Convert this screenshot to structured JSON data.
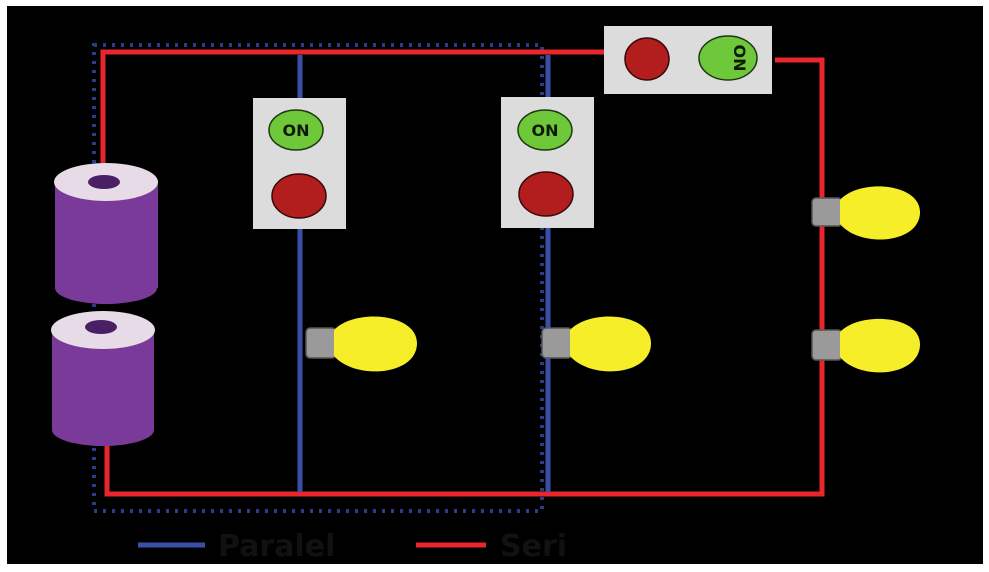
{
  "colors": {
    "background": "#000000",
    "frame": "#ffffff",
    "red_wire": "#e8262b",
    "blue_wire": "#3a50a8",
    "switch_panel": "#dcdcdc",
    "on_button": "#6ec83a",
    "off_button": "#b21e1e",
    "bulb": "#f7ee2a",
    "bulb_base": "#9a9a9a",
    "battery": "#7a3a9a",
    "battery_top": "#e6dbe6",
    "dotted_outline": "#2a3c86",
    "legend_text": "#111111"
  },
  "switches": [
    {
      "on_label": "ON"
    },
    {
      "on_label": "ON"
    },
    {
      "on_label": "ON"
    }
  ],
  "legend": [
    {
      "label": "Paralel",
      "color": "#3a50a8"
    },
    {
      "label": "Seri",
      "color": "#e8262b"
    }
  ]
}
